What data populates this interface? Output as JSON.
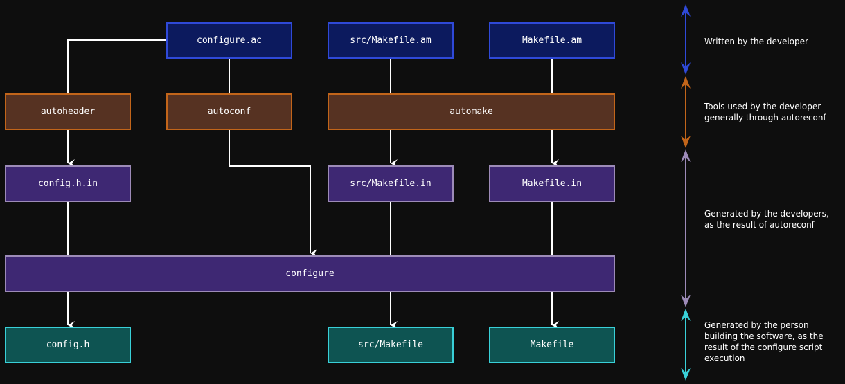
{
  "nodes": {
    "configure_ac": "configure.ac",
    "src_makefile_am": "src/Makefile.am",
    "makefile_am": "Makefile.am",
    "autoheader": "autoheader",
    "autoconf": "autoconf",
    "automake": "automake",
    "config_h_in": "config.h.in",
    "src_makefile_in": "src/Makefile.in",
    "makefile_in": "Makefile.in",
    "configure": "configure",
    "config_h": "config.h",
    "src_makefile": "src/Makefile",
    "makefile": "Makefile"
  },
  "legend": {
    "developer": "Written by the developer",
    "tools": "Tools used by the developer\ngenerally through autoreconf",
    "generated_dev": "Generated by the developers,\nas the result of autoreconf",
    "generated_user": "Generated by the person\nbuilding the software, as the\nresult of the configure script\nexecution"
  },
  "colors": {
    "developer": "#2f49d8",
    "tools": "#c2651a",
    "generated_dev": "#9d8bb8",
    "generated_user": "#39d0d8",
    "connector": "#ffffff"
  }
}
